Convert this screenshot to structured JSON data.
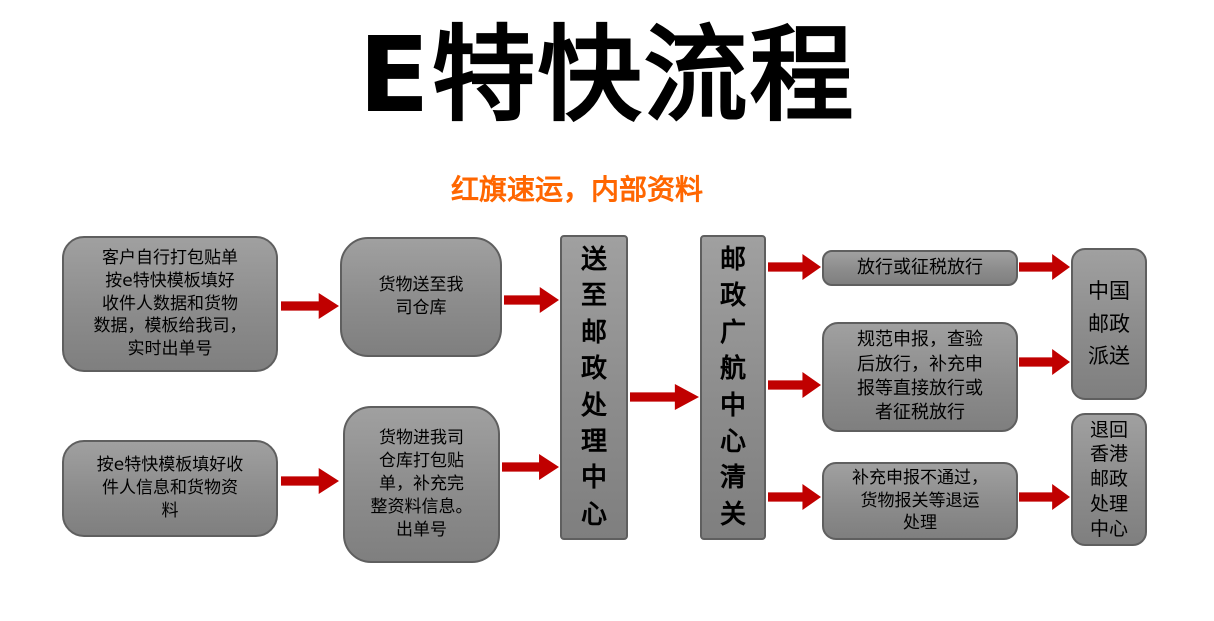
{
  "colors": {
    "title_text": "#000000",
    "subtitle_text": "#ff6600",
    "box_fill": "#8c8c8c",
    "box_border": "#5f5f5f",
    "arrow": "#c00000",
    "background": "#ffffff"
  },
  "header": {
    "title": "E特快流程",
    "subtitle": "红旗速运，内部资料"
  },
  "nodes": {
    "pack_self": "客户自行打包贴单\n按e特快模板填好\n收件人数据和货物\n数据，模板给我司，\n实时出单号",
    "fill_template": "按e特快模板填好收\n件人信息和货物资\n料",
    "deliver_warehouse": "货物送至我\n司仓库",
    "warehouse_pack": "货物进我司\n仓库打包贴\n单，补充完\n整资料信息。\n出单号",
    "postal_center": "送\n至\n邮\n政\n处\n理\n中\n心",
    "customs_center": "邮\n政\n广\n航\n中\n心\n清\n关",
    "release": "放行或征税放行",
    "standard_declare": "规范申报，查验\n后放行，补充申\n报等直接放行或\n者征税放行",
    "declare_fail": "补充申报不通过，\n货物报关等退运\n处理",
    "china_post": "中国\n邮政\n派送",
    "return_hk": "退回\n香港\n邮政\n处理\n中心"
  }
}
